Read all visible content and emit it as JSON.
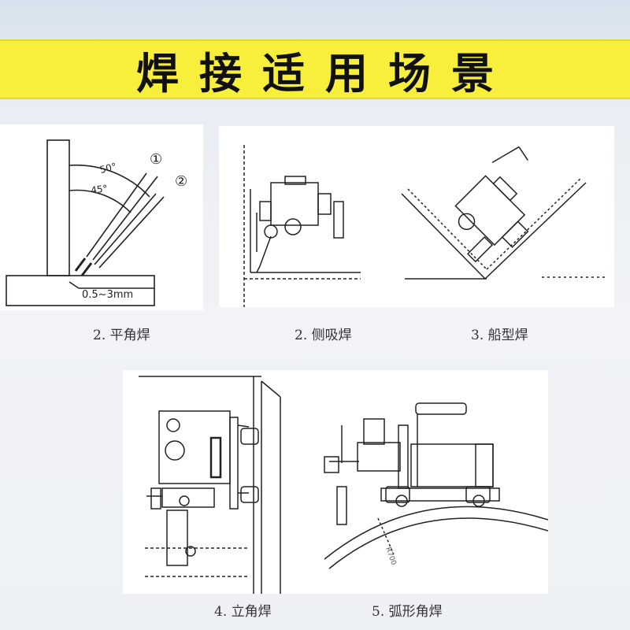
{
  "banner": {
    "title": "焊接适用场景"
  },
  "diagrams": {
    "fillet": {
      "angle_outer": "50°",
      "angle_inner": "45°",
      "marker_1": "①",
      "marker_2": "②",
      "gap": "0.5~3mm"
    },
    "arc_radius": "R700"
  },
  "captions": {
    "flat_fillet": "2. 平角焊",
    "side_suction": "2. 侧吸焊",
    "boat_type": "3. 船型焊",
    "vertical_fillet": "4.  立角焊",
    "arc_fillet": "5.  弧形角焊"
  },
  "colors": {
    "banner_bg": "#f8ef3c",
    "line": "#222222"
  }
}
